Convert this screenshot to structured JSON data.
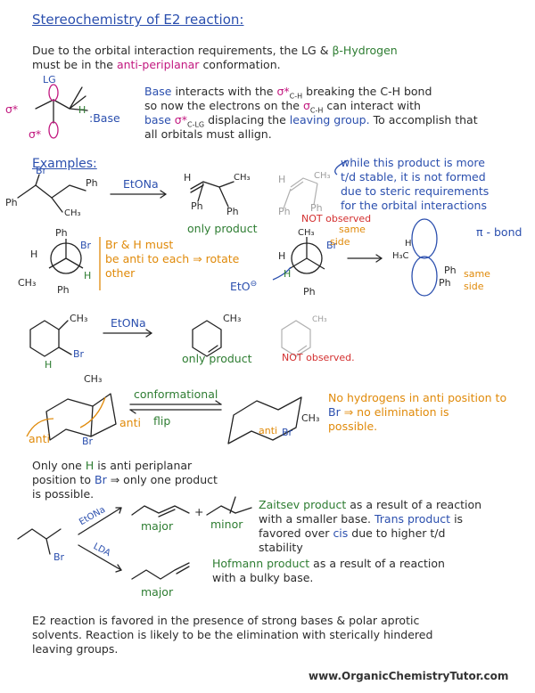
{
  "title": "Stereochemistry of E2 reaction:",
  "intro": {
    "line1_a": "Due to the orbital interaction requirements, the LG &",
    "beta_h": "β-Hydrogen",
    "line2_a": "must be in the",
    "anti_periplanar": "anti-periplanar",
    "line2_b": "conformation."
  },
  "orbital_fig": {
    "lg": "LG",
    "h": "H",
    "base_label": ":Base",
    "sigma_star_left": "σ*",
    "sigma_star_bottom": "σ*"
  },
  "explanation": {
    "l1_base": "Base",
    "l1_a": "interacts with the",
    "sigma_ch": "σ*",
    "sub_ch": "C-H",
    "l1_b": "breaking the C-H bond",
    "l2_a": "so now the electrons on the",
    "sigma_ch2": "σ",
    "sub_ch2": "C-H",
    "l2_b": "can interact with",
    "l3_base": "base",
    "sigma_clg": "σ*",
    "sub_clg": "C-LG",
    "l3_a": "displacing the",
    "leaving_group": "leaving group.",
    "l3_b": "To accomplish that",
    "l4": "all orbitals must allign."
  },
  "examples_label": "Examples:",
  "ex1": {
    "br": "Br",
    "ph1": "Ph",
    "ph2": "Ph",
    "ch3": "CH₃",
    "reagent": "EtONa",
    "prod_h": "H",
    "prod_ch3": "CH₃",
    "prod_ph1": "Ph",
    "prod_ph2": "Ph",
    "only_product": "only product",
    "alt_h": "H",
    "alt_ch3": "CH₃",
    "alt_ph1": "Ph",
    "alt_ph2": "Ph",
    "not_observed": "NOT observed",
    "note1": "while this product is more",
    "note2": "t/d stable, it is not formed",
    "note3": "due to steric requirements",
    "note4": "for the orbital interactions"
  },
  "newman1": {
    "ph_top": "Ph",
    "br": "Br",
    "h_left": "H",
    "ch3": "CH₃",
    "ph_bottom": "Ph",
    "h_right": "H",
    "note1": "Br & H must",
    "note2": "be anti to each",
    "arrow": "⇒",
    "note3": "rotate",
    "note4": "other"
  },
  "newman2": {
    "ch3": "CH₃",
    "br": "Br",
    "h_left": "H",
    "h_right": "H",
    "ph": "Ph",
    "eto": "EtO",
    "eto_charge": "⊖",
    "same_side_1": "same",
    "same_side_2": "side",
    "pi_bond": "π - bond",
    "h3c": "H₃C",
    "h": "H",
    "ph1": "Ph",
    "ph2": "Ph",
    "same_side_3": "same",
    "same_side_4": "side"
  },
  "ex2": {
    "ch3": "CH₃",
    "br": "Br",
    "h": "H",
    "reagent": "EtONa",
    "prod_ch3": "CH₃",
    "only_product": "only product",
    "alt_ch3": "CH₃",
    "not_observed": "NOT observed."
  },
  "ex3": {
    "ch3": "CH₃",
    "anti1": "anti",
    "anti2": "anti",
    "br": "Br",
    "flip1": "conformational",
    "flip2": "flip",
    "ch3b": "CH₃",
    "antib": "anti",
    "brb": "Br",
    "note1": "No hydrogens in anti position to",
    "note2": "Br",
    "note3": "⇒ no elimination is",
    "note4": "possible."
  },
  "ex3_note": {
    "l1_a": "Only one",
    "h": "H",
    "l1_b": "is anti periplanar",
    "l2_a": "position to",
    "br": "Br",
    "l2_b": "⇒ only one product",
    "l3": "is possible."
  },
  "ex4": {
    "br": "Br",
    "reagent1": "EtONa",
    "reagent2": "LDA",
    "major1": "major",
    "plus": "+",
    "minor": "minor",
    "major2": "major",
    "zaitsev": "Zaitsev product",
    "z1": "as a result of a reaction",
    "z2": "with a smaller base.",
    "trans": "Trans product",
    "z3": "is",
    "z4": "favored over",
    "cis": "cis",
    "z5": "due to higher t/d",
    "z6": "stability",
    "hofmann": "Hofmann product",
    "h1": "as a result of a reaction",
    "h2": "with a bulky base."
  },
  "conclusion": {
    "l1": "E2 reaction is favored in the presence of strong bases & polar aprotic",
    "l2": "solvents. Reaction is likely to be the elimination with sterically hindered",
    "l3": "leaving groups."
  },
  "footer": "www.OrganicChemistryTutor.com"
}
